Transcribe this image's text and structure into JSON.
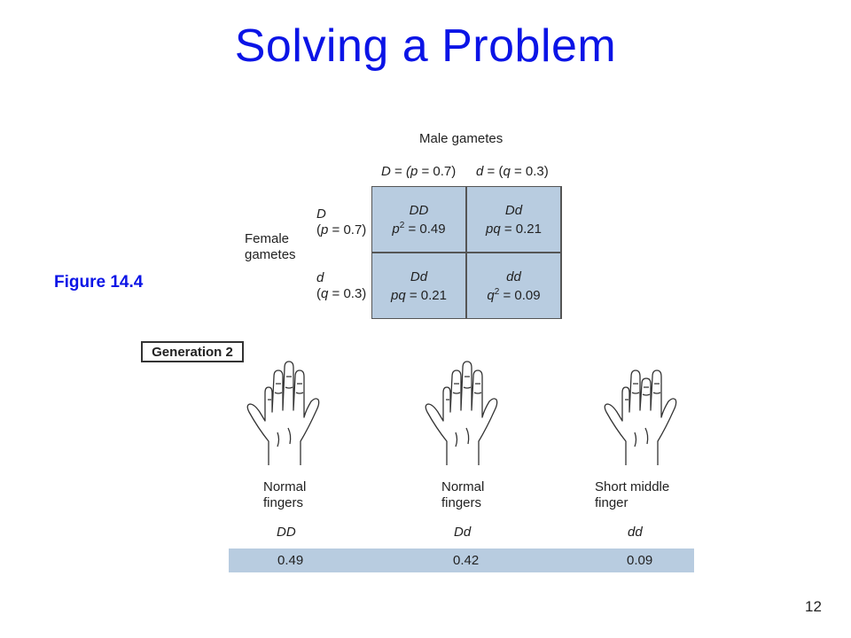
{
  "slide": {
    "title": "Solving a Problem",
    "figure_label": "Figure 14.4",
    "page_number": "12"
  },
  "punnett": {
    "male_header": "Male gametes",
    "male_alleles": [
      {
        "allele": "D",
        "prob": "(p = 0.7)",
        "prefix": "D = "
      },
      {
        "allele": "d",
        "prob": "(q = 0.3)",
        "prefix": "d = "
      }
    ],
    "female_header_line1": "Female",
    "female_header_line2": "gametes",
    "female_alleles": [
      {
        "allele": "D",
        "prob": "(p = 0.7)"
      },
      {
        "allele": "d",
        "prob": "(q = 0.3)"
      }
    ],
    "cells": [
      {
        "genotype": "DD",
        "formula": "p² = 0.49"
      },
      {
        "genotype": "Dd",
        "formula": "pq = 0.21"
      },
      {
        "genotype": "Dd",
        "formula": "pq = 0.21"
      },
      {
        "genotype": "dd",
        "formula": "q² = 0.09"
      }
    ]
  },
  "generation": {
    "label": "Generation 2",
    "phenotypes": [
      {
        "line1": "Normal",
        "line2": "fingers",
        "genotype": "DD",
        "frequency": "0.49"
      },
      {
        "line1": "Normal",
        "line2": "fingers",
        "genotype": "Dd",
        "frequency": "0.42"
      },
      {
        "line1": "Short middle",
        "line2": "finger",
        "genotype": "dd",
        "frequency": "0.09"
      }
    ]
  },
  "colors": {
    "title": "#0b14e6",
    "cell_fill": "#b8cce0"
  },
  "icons": [
    "hand-normal-icon",
    "hand-normal-icon",
    "hand-short-middle-finger-icon"
  ]
}
